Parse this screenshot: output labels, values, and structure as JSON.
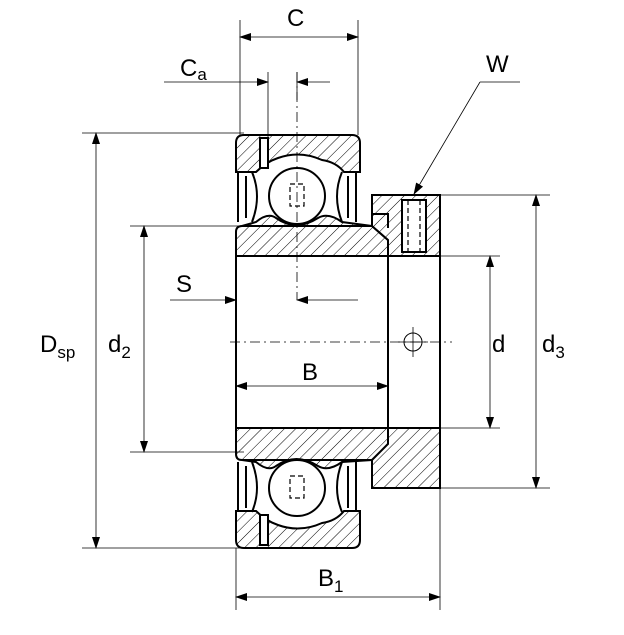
{
  "labels": {
    "C": "C",
    "Ca_main": "C",
    "Ca_sub": "a",
    "W": "W",
    "S": "S",
    "Dsp_main": "D",
    "Dsp_sub": "sp",
    "d2_main": "d",
    "d2_sub": "2",
    "B": "B",
    "d": "d",
    "d3_main": "d",
    "d3_sub": "3",
    "B1_main": "B",
    "B1_sub": "1"
  }
}
